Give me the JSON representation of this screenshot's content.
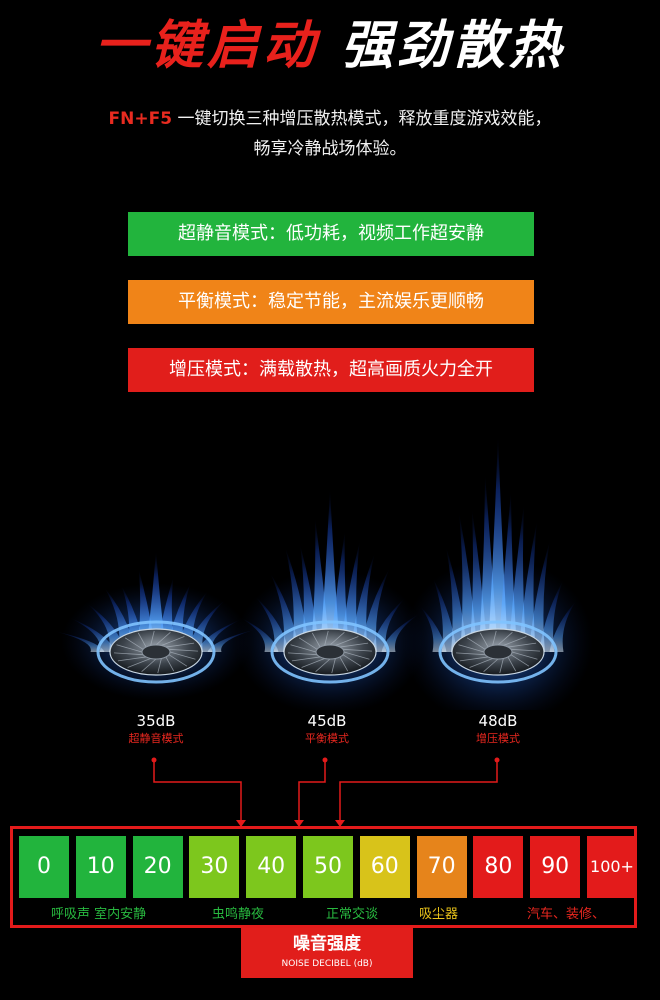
{
  "header": {
    "title_red": "一键启动",
    "title_white": "强劲散热"
  },
  "intro": {
    "hotkey": "FN+F5",
    "line1": " 一键切换三种增压散热模式，释放重度游戏效能，",
    "line2": "畅享冷静战场体验。"
  },
  "modes": [
    {
      "label": "超静音模式：低功耗，视频工作超安静",
      "color": "#22b43d"
    },
    {
      "label": "平衡模式：稳定节能，主流娱乐更顺畅",
      "color": "#f08418"
    },
    {
      "label": "增压模式：满载散热，超高画质火力全开",
      "color": "#e11e1b"
    }
  ],
  "fans": [
    {
      "db": "35dB",
      "mode": "超静音模式",
      "flame_level": 0.35
    },
    {
      "db": "45dB",
      "mode": "平衡模式",
      "flame_level": 0.7
    },
    {
      "db": "48dB",
      "mode": "增压模式",
      "flame_level": 1.0
    }
  ],
  "meter": {
    "cells": [
      {
        "value": "0",
        "color": "#22b43d"
      },
      {
        "value": "10",
        "color": "#22b43d"
      },
      {
        "value": "20",
        "color": "#22b43d"
      },
      {
        "value": "30",
        "color": "#7dc71d"
      },
      {
        "value": "40",
        "color": "#7dc71d"
      },
      {
        "value": "50",
        "color": "#7dc71d"
      },
      {
        "value": "60",
        "color": "#d8c31a"
      },
      {
        "value": "70",
        "color": "#e6841b"
      },
      {
        "value": "80",
        "color": "#e31b1b"
      },
      {
        "value": "90",
        "color": "#e31b1b"
      },
      {
        "value": "100+",
        "color": "#e31b1b"
      }
    ],
    "labels": {
      "l1": "呼吸声 室内安静",
      "l2": "虫鸣静夜",
      "l3": "正常交谈",
      "l4": "吸尘器",
      "l5": "汽车、装修、"
    },
    "title": "噪音强度",
    "subtitle_main": "NOISE DECIBEL",
    "subtitle_unit": "(dB)"
  },
  "colors": {
    "accent_red": "#e31b1b",
    "flame_blue": "#2a7bff"
  }
}
